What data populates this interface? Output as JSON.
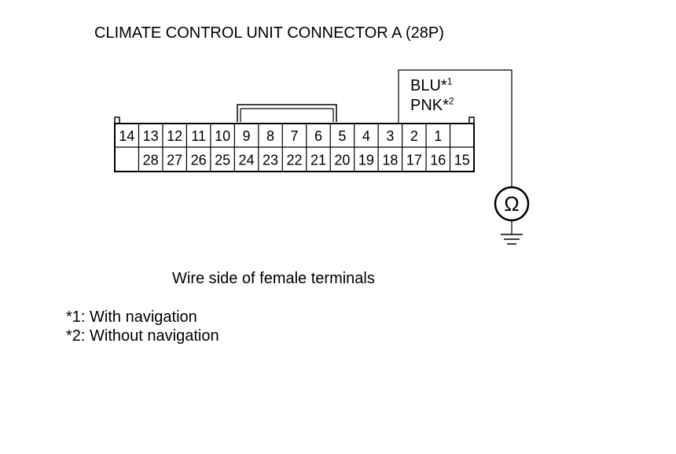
{
  "title": "CLIMATE CONTROL UNIT CONNECTOR A (28P)",
  "wires": [
    {
      "color": "BLU",
      "mark": "*",
      "ref": "1"
    },
    {
      "color": "PNK",
      "mark": "*",
      "ref": "2"
    }
  ],
  "connector": {
    "top_row": [
      "14",
      "13",
      "12",
      "11",
      "10",
      "9",
      "8",
      "7",
      "6",
      "5",
      "4",
      "3",
      "2",
      "1",
      ""
    ],
    "bottom_row": [
      "",
      "28",
      "27",
      "26",
      "25",
      "24",
      "23",
      "22",
      "21",
      "20",
      "19",
      "18",
      "17",
      "16",
      "15"
    ]
  },
  "meter_symbol": "Ω",
  "caption": "Wire side of female terminals",
  "notes": [
    "*1: With navigation",
    "*2: Without navigation"
  ]
}
